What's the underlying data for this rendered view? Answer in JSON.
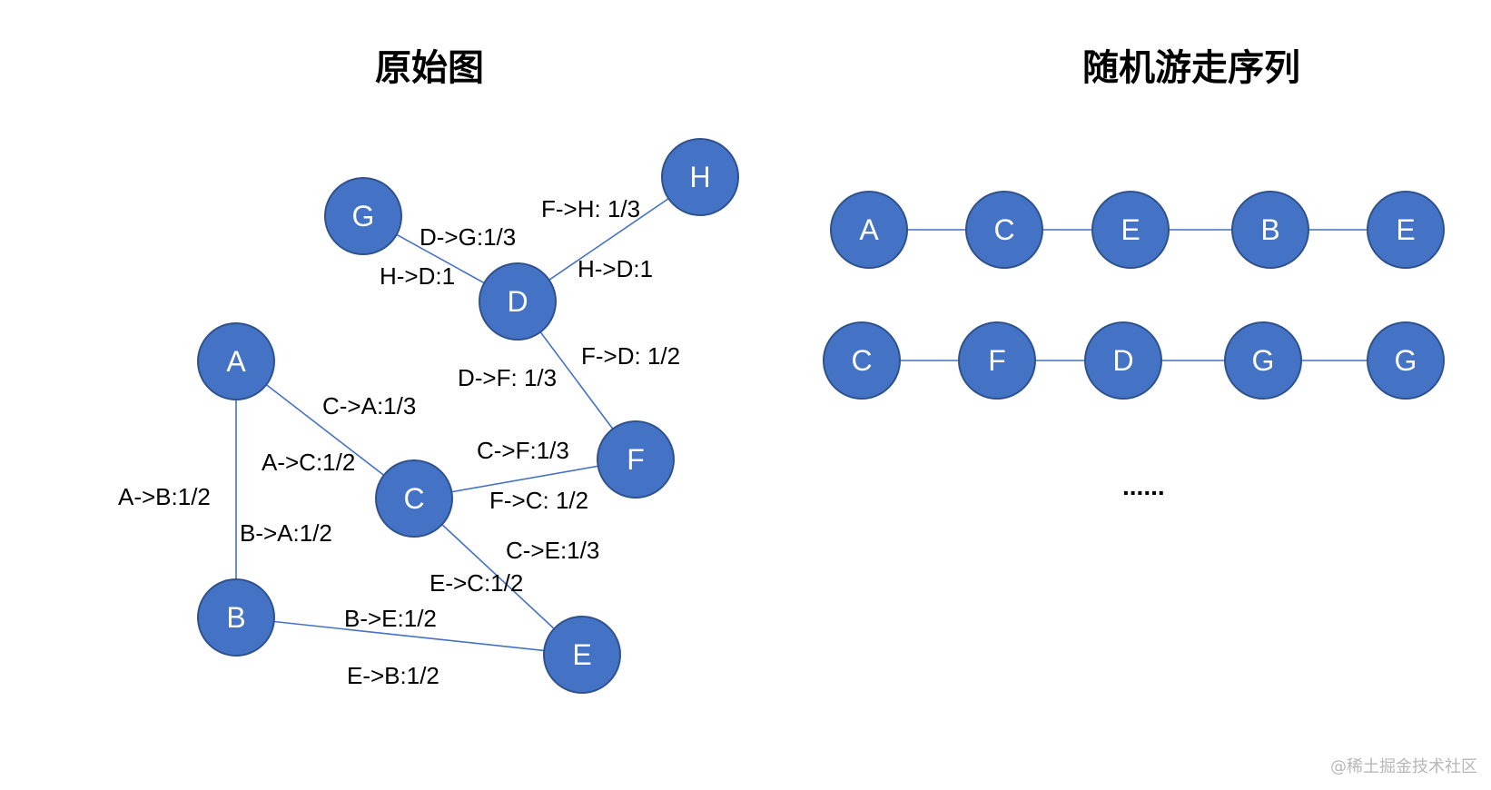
{
  "titles": {
    "left": "原始图",
    "right": "随机游走序列"
  },
  "ellipsis": "......",
  "watermark": "@稀土掘金技术社区",
  "colors": {
    "node_fill": "#4472C4",
    "node_stroke": "#2F528F",
    "edge": "#4472C4",
    "node_text": "#ffffff",
    "label_text": "#000000"
  },
  "graph": {
    "nodes": [
      "A",
      "B",
      "C",
      "D",
      "E",
      "F",
      "G",
      "H"
    ],
    "edges": [
      {
        "from": "A",
        "to": "B"
      },
      {
        "from": "A",
        "to": "C"
      },
      {
        "from": "B",
        "to": "E"
      },
      {
        "from": "C",
        "to": "E"
      },
      {
        "from": "C",
        "to": "F"
      },
      {
        "from": "D",
        "to": "F"
      },
      {
        "from": "D",
        "to": "G"
      },
      {
        "from": "D",
        "to": "H"
      }
    ],
    "edge_labels": [
      "D->G:1/3",
      "H->D:1",
      "F->H: 1/3",
      "H->D:1",
      "F->D: 1/2",
      "D->F: 1/3",
      "C->A:1/3",
      "A->C:1/2",
      "A->B:1/2",
      "B->A:1/2",
      "C->F:1/3",
      "F->C: 1/2",
      "C->E:1/3",
      "E->C:1/2",
      "B->E:1/2",
      "E->B:1/2"
    ]
  },
  "sequences": [
    [
      "A",
      "C",
      "E",
      "B",
      "E"
    ],
    [
      "C",
      "F",
      "D",
      "G",
      "G"
    ]
  ]
}
